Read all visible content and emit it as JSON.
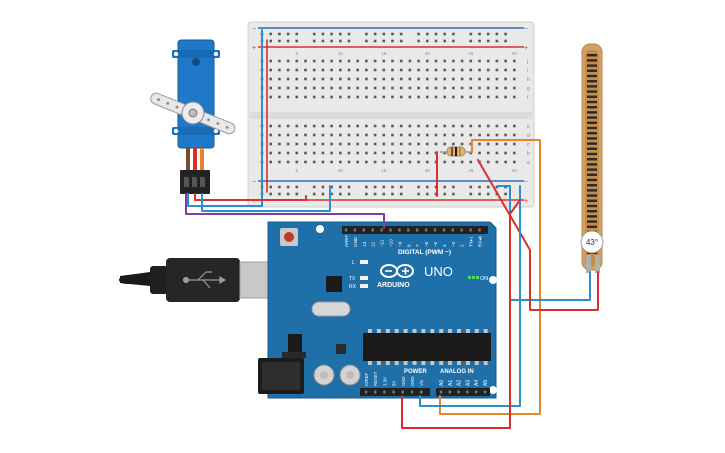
{
  "canvas": {
    "background": "#ffffff"
  },
  "breadboard": {
    "rail_minus": "−",
    "rail_plus": "+",
    "row_letters_top": [
      "j",
      "i",
      "h",
      "g",
      "f"
    ],
    "row_letters_bottom": [
      "e",
      "d",
      "c",
      "b",
      "a"
    ],
    "column_numbers": [
      "1",
      "5",
      "10",
      "15",
      "20",
      "25",
      "30"
    ],
    "body_color": "#e9e9e9",
    "rail_red": "#d9302c",
    "rail_blue": "#2c6fb5"
  },
  "arduino": {
    "brand": "ARDUINO",
    "model": "UNO",
    "on_label": "ON",
    "digital_header_label": "DIGITAL (PWM ~)",
    "power_label": "POWER",
    "analog_label": "ANALOG IN",
    "led_labels": [
      "L",
      "TX",
      "RX"
    ],
    "digital_pins": [
      "AREF",
      "GND",
      "13",
      "12",
      "~11",
      "~10",
      "~9",
      "8",
      "7",
      "~6",
      "~5",
      "4",
      "~3",
      "2",
      "TX▸1",
      "RX◂0"
    ],
    "power_pins": [
      "IOREF",
      "RESET",
      "3.3V",
      "5V",
      "GND",
      "GND",
      "Vin"
    ],
    "analog_pins": [
      "A0",
      "A1",
      "A2",
      "A3",
      "A4",
      "A5"
    ],
    "board_color": "#1f6fa8"
  },
  "servo": {
    "body_color": "#1f78c8"
  },
  "flex_sensor": {
    "reading": "43°"
  },
  "wires": {
    "red": "#d9302c",
    "blue": "#2b8fd0",
    "orange": "#e4872a",
    "purple": "#7a3fa0",
    "brown": "#7b4a2a"
  }
}
